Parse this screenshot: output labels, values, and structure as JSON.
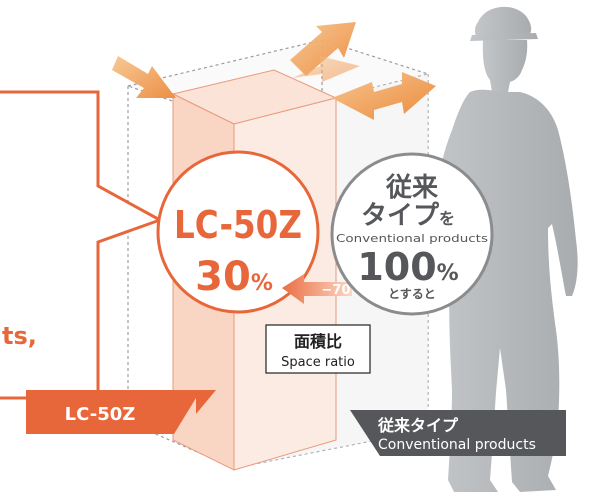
{
  "callout": {
    "partial_text": "ts,"
  },
  "lc50z_circle": {
    "model": "LC-50Z",
    "percent_number": "30",
    "percent_sign": "%"
  },
  "conventional_circle": {
    "line1": "従来",
    "line2_main": "タイプ",
    "line2_particle": "を",
    "english": "Conventional products",
    "percent_number": "100",
    "percent_sign": "%",
    "suffix": "とすると"
  },
  "reduction_arrow": {
    "label": "−70"
  },
  "space_ratio_box": {
    "jp": "面積比",
    "en": "Space ratio"
  },
  "lc50z_tag": {
    "label": "LC-50Z"
  },
  "conventional_tag": {
    "jp": "従来タイプ",
    "en": "Conventional products"
  },
  "colors": {
    "orange": "#e8673a",
    "orange_light": "#fbe0d3",
    "gray_dark": "#55575a",
    "gray_circle": "#8a8c8e",
    "silhouette": "#b9bcbf"
  }
}
